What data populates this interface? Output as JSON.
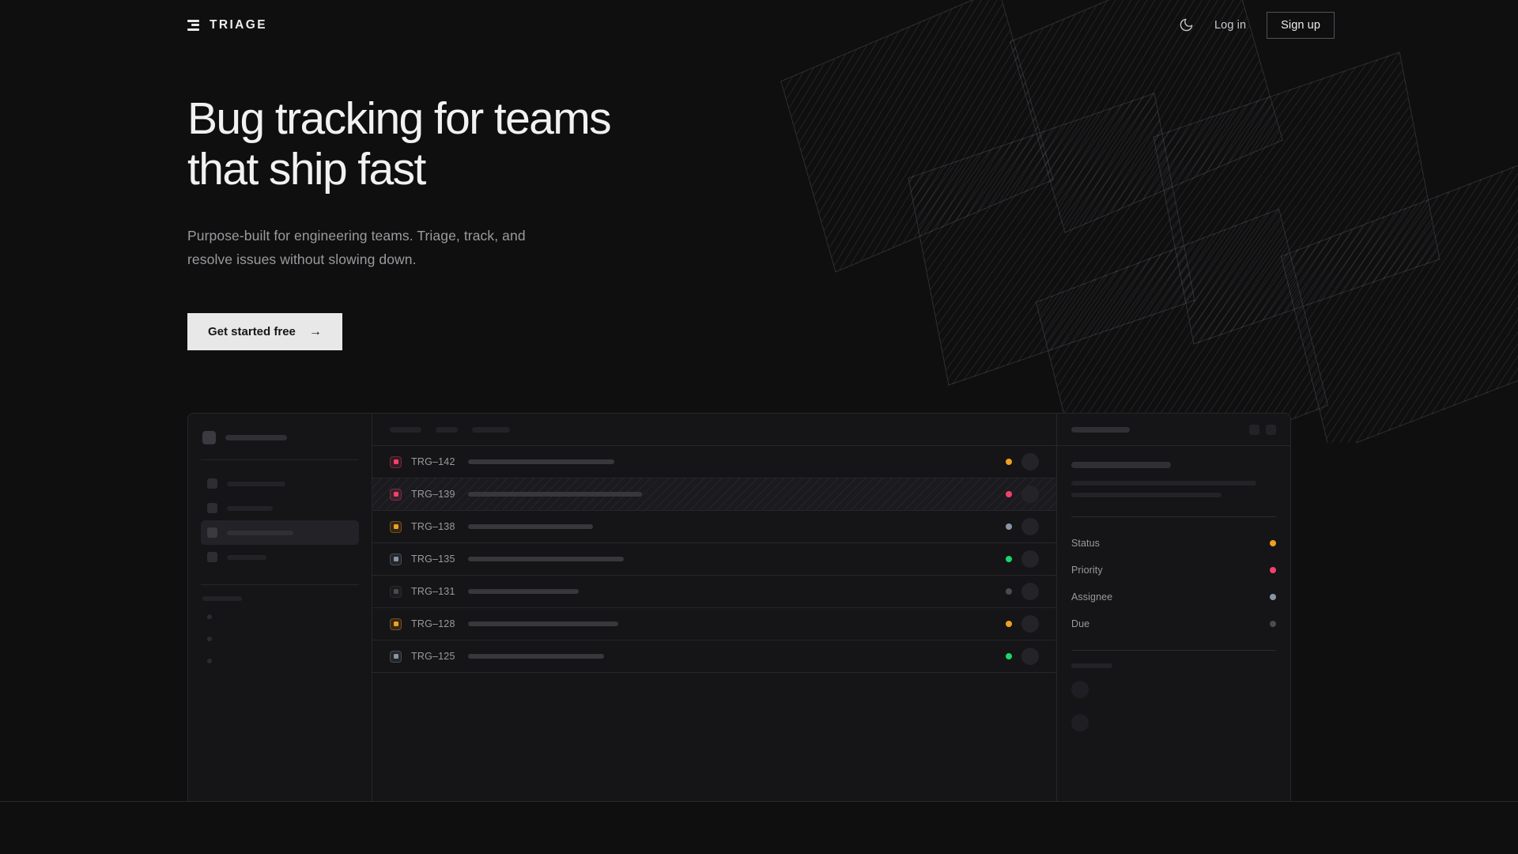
{
  "brand": {
    "name": "TRIAGE",
    "logo_icon": "stacked-bars-icon"
  },
  "header": {
    "theme_toggle_icon": "moon-icon",
    "login_label": "Log in",
    "signup_label": "Sign up"
  },
  "hero": {
    "headline_line1": "Bug tracking for teams",
    "headline_line2": "that ship fast",
    "subtitle_line1": "Purpose-built for engineering teams. Triage, track, and",
    "subtitle_line2": "resolve issues without slowing down.",
    "cta_label": "Get started free",
    "cta_arrow": "→"
  },
  "colors": {
    "page_bg": "#0f0f10",
    "panel_bg": "#151517",
    "border": "#26262a",
    "text_primary": "#f1f1f2",
    "text_muted": "#9a9a9e",
    "cta_bg": "#e8e8e8",
    "amber": "#f0a020",
    "pink": "#f2416b",
    "slate": "#8a94a6",
    "green": "#18d86a",
    "gray": "#4a4a50"
  },
  "mockup": {
    "sidebar": {
      "workspace_label": "",
      "nav_items": [
        {
          "label": "",
          "active": false,
          "width": 74
        },
        {
          "label": "",
          "active": false,
          "width": 58
        },
        {
          "label": "",
          "active": true,
          "width": 84
        },
        {
          "label": "",
          "active": false,
          "width": 50
        }
      ],
      "section_label_width": 45,
      "mini_items": 3
    },
    "list": {
      "toolbar_pills": [
        40,
        28,
        48
      ],
      "rows": [
        {
          "id": "TRG–142",
          "priority": "pink",
          "title_width": 185,
          "status": "amber",
          "selected": false
        },
        {
          "id": "TRG–139",
          "priority": "pink",
          "title_width": 220,
          "status": "pink",
          "selected": true
        },
        {
          "id": "TRG–138",
          "priority": "amber",
          "title_width": 158,
          "status": "slate",
          "selected": false
        },
        {
          "id": "TRG–135",
          "priority": "slate",
          "title_width": 197,
          "status": "green",
          "selected": false
        },
        {
          "id": "TRG–131",
          "priority": "gray",
          "title_width": 140,
          "status": "gray",
          "selected": false
        },
        {
          "id": "TRG–128",
          "priority": "amber",
          "title_width": 190,
          "status": "amber",
          "selected": false
        },
        {
          "id": "TRG–125",
          "priority": "slate",
          "title_width": 172,
          "status": "green",
          "selected": false
        }
      ]
    },
    "detail": {
      "header_title_width": 88,
      "header_icons": [
        "icon-button-1",
        "icon-button-2"
      ],
      "title_width": 150,
      "desc_line_widths": [
        262,
        212
      ],
      "fields": [
        {
          "label": "Status",
          "value_color": "amber"
        },
        {
          "label": "Priority",
          "value_color": "pink"
        },
        {
          "label": "Assignee",
          "value_color": "slate"
        },
        {
          "label": "Due",
          "value_color": "gray"
        }
      ],
      "activity_label_width": 58,
      "comment_avatars": 2
    }
  }
}
